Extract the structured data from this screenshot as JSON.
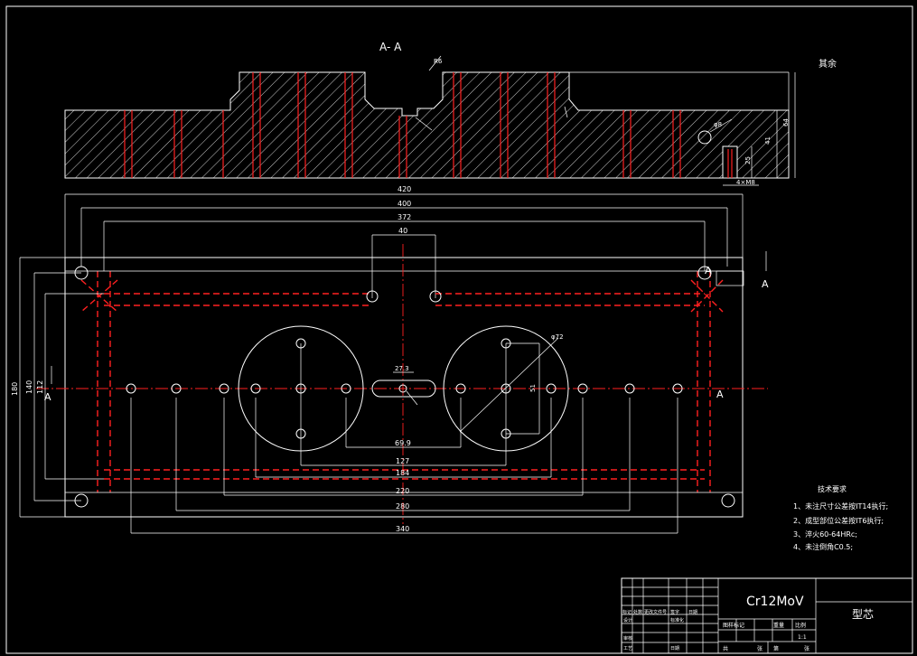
{
  "section_title": "A- A",
  "other_note": "其余",
  "section_marks": {
    "left": "A",
    "right": "A",
    "top_right": "A",
    "top_right_outer": "A"
  },
  "dims_horizontal": [
    "420",
    "400",
    "372",
    "40",
    "27.3",
    "69.9",
    "127",
    "184",
    "220",
    "280",
    "340"
  ],
  "dims_vertical": [
    "180",
    "140",
    "112",
    "64",
    "41",
    "25",
    "51"
  ],
  "dim_other": {
    "dia_large": "φ72",
    "hole_thread": "4×M8",
    "dia_small": "φ8",
    "slot_r": "R6"
  },
  "notes": {
    "title": "技术要求",
    "items": [
      "1、未注尺寸公差按IT14执行;",
      "2、成型部位公差按IT6执行;",
      "3、淬火60-64HRc;",
      "4、未注倒角C0.5;"
    ]
  },
  "title_block": {
    "material": "Cr12MoV",
    "part_name": "型芯",
    "scale": "1:1",
    "row_labels": [
      "标记",
      "处数",
      "更改文件号",
      "签字",
      "日期"
    ],
    "col_labels": [
      "设计",
      "标准化",
      "审核",
      "工艺",
      "日期"
    ],
    "stage_labels": [
      "图样标记",
      "重量",
      "比例"
    ],
    "sheet_labels": [
      "共",
      "张",
      "第",
      "张"
    ]
  }
}
